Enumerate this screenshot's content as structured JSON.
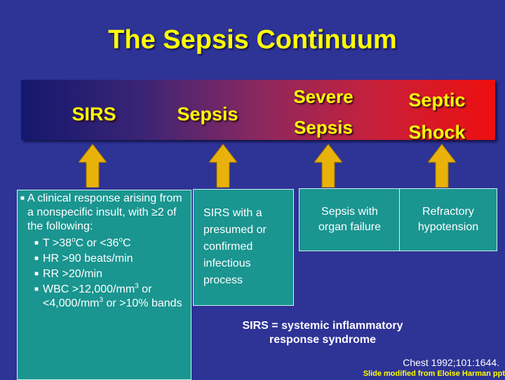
{
  "title": "The Sepsis Continuum",
  "continuum": {
    "stage_1": "SIRS",
    "stage_2": "Sepsis",
    "stage_3_line1": "Severe",
    "stage_3_line2": "Sepsis",
    "stage_4_line1": "Septic",
    "stage_4_line2": "Shock"
  },
  "boxes": {
    "sirs_definition": {
      "lead": "A clinical response arising from a nonspecific insult, with ≥2 of the following:",
      "criteria": [
        {
          "text": "T >38",
          "sup1": "o",
          "mid": "C or <36",
          "sup2": "o",
          "end": "C"
        },
        {
          "text": "HR >90 beats/min"
        },
        {
          "text": "RR >20/min"
        },
        {
          "pre": "WBC >12,000/mm",
          "sup1": "3",
          "mid": " or <4,000/mm",
          "sup2": "3",
          "end": " or >10% bands"
        }
      ]
    },
    "sepsis_definition": "SIRS with a presumed or confirmed infectious process",
    "severe_sepsis_definition_line1": "Sepsis with",
    "severe_sepsis_definition_line2": "organ failure",
    "septic_shock_definition_line1": "Refractory",
    "septic_shock_definition_line2": "hypotension"
  },
  "acronym_line1": "SIRS = systemic inflammatory",
  "acronym_line2": "response syndrome",
  "reference": "Chest 1992;101:1644.",
  "credit": "Slide modified from Eloise Harman ppt",
  "colors": {
    "background": "#2e3396",
    "title": "#ffff00",
    "box": "#1a9590",
    "arrow": "#e8b20a"
  },
  "icons": [
    "up-arrow-icon",
    "bullet-square-icon"
  ]
}
